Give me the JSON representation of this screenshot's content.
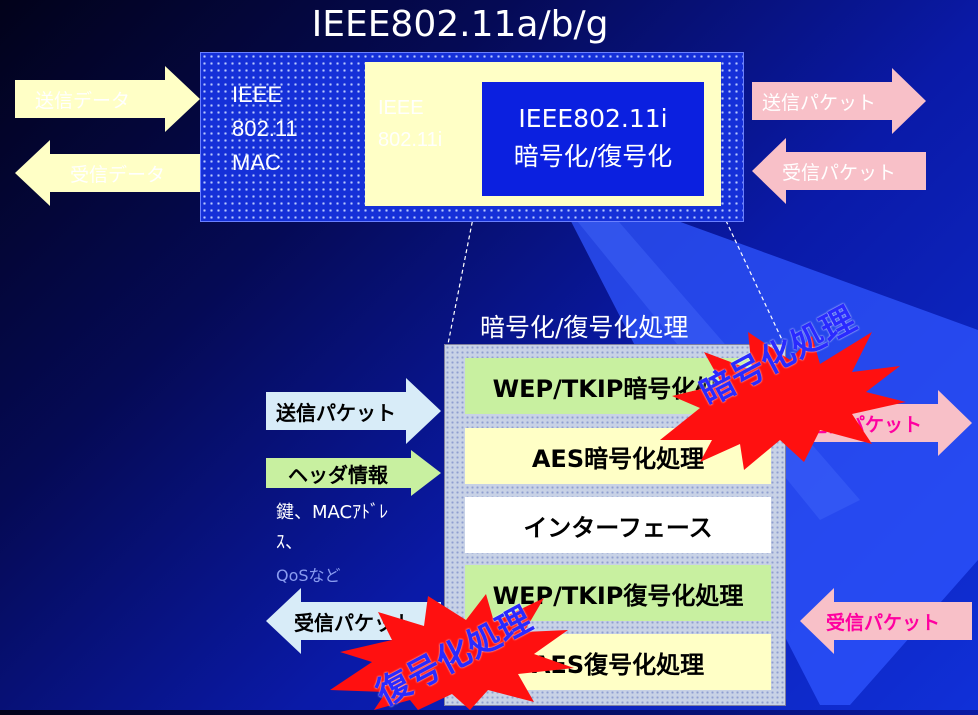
{
  "title": "IEEE802.11a/b/g",
  "mac": {
    "line1": "IEEE",
    "line2": "802.11",
    "line3": "MAC"
  },
  "ieee_i": {
    "line1": "IEEE",
    "line2": "802.11i"
  },
  "encrypt_module": {
    "line1": "IEEE802.11i",
    "line2": "暗号化/復号化"
  },
  "top_arrows": {
    "send_data": "送信データ",
    "recv_data": "受信データ",
    "send_packet": "送信パケット",
    "recv_packet": "受信パケット"
  },
  "process": {
    "title": "暗号化/復号化処理",
    "rows": [
      "WEP/TKIP暗号化処理",
      "AES暗号化処理",
      "インターフェース",
      "WEP/TKIP復号化処理",
      "AES復号化処理"
    ]
  },
  "side_arrows": {
    "send_packet_in": "送信パケット",
    "header_info": "ヘッダ情報",
    "recv_packet_out": "受信パケット",
    "send_packet_out": "送信パケット",
    "recv_packet_in": "受信パケット"
  },
  "header_note": {
    "line1": "鍵、MACｱﾄﾞﾚ",
    "line2": "ｽ、",
    "line3": "QoSなど"
  },
  "bursts": {
    "encrypt": "暗号化処理",
    "decrypt": "復号化処理"
  },
  "colors": {
    "yellow_box": "#ffffc6",
    "green_row": "#c8f0a0",
    "pink_arrow": "#f8c0c8",
    "magenta_text": "#ff00a0",
    "burst_red": "#ff1010",
    "burst_text": "#2a2aff"
  }
}
